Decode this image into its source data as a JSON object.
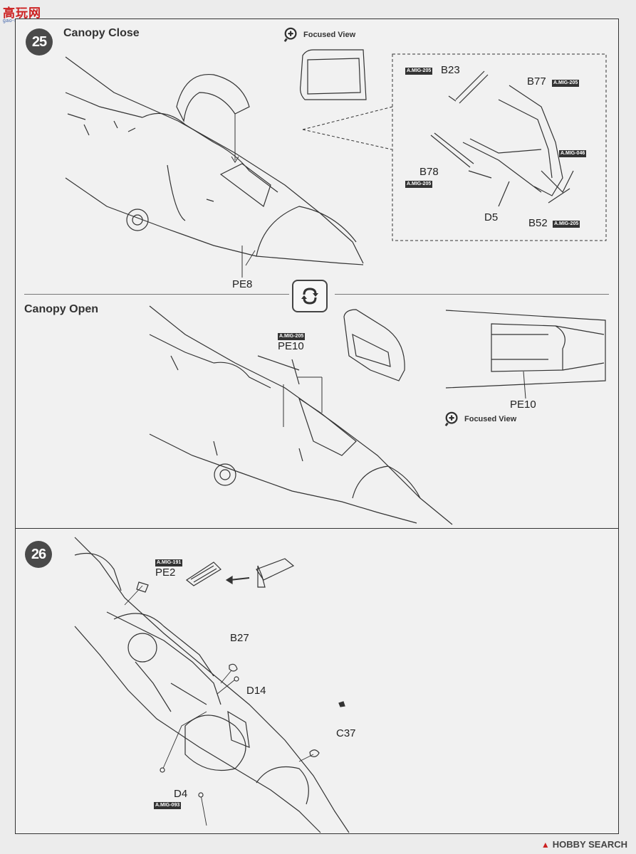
{
  "watermark": {
    "logo": "高玩网",
    "url": "gao-shou.com"
  },
  "footer": {
    "brand": "HOBBY SEARCH"
  },
  "step25": {
    "number": "25",
    "title_close": "Canopy Close",
    "title_open": "Canopy Open",
    "focused_view": "Focused View",
    "parts": {
      "b23": "B23",
      "b77": "B77",
      "b78": "B78",
      "d5": "D5",
      "b52": "B52",
      "pe8": "PE8",
      "pe10_a": "PE10",
      "pe10_b": "PE10"
    },
    "tags": {
      "b23": "A.MIG-205",
      "b77": "A.MIG-205",
      "b78": "A.MIG-205",
      "b52": "A.MIG-205",
      "b52b": "A.MIG-046",
      "pe10": "A.MIG-205"
    }
  },
  "step26": {
    "number": "26",
    "parts": {
      "pe2": "PE2",
      "b27": "B27",
      "d14": "D14",
      "c37": "C37",
      "d4": "D4"
    },
    "tags": {
      "pe2": "A.MIG-191",
      "d4": "A.MIG-093"
    }
  },
  "icons": {
    "focus": "magnifier-plus-icon",
    "swap": "rotate-arrows-icon",
    "arrow": "arrow-left-icon"
  }
}
